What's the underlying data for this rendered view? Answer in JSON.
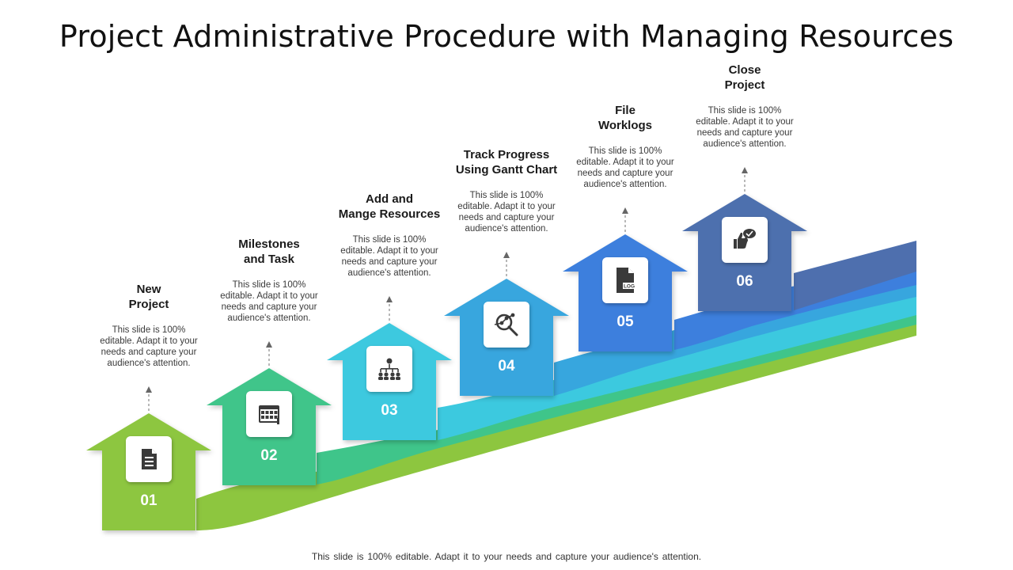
{
  "title": "Project Administrative Procedure with Managing Resources",
  "footer": "This slide is 100% editable. Adapt it to your needs and capture your audience's attention.",
  "steps": [
    {
      "number": "01",
      "title_lines": [
        "New",
        "Project"
      ],
      "description_lines": [
        "This slide is 100%",
        "editable. Adapt it to your",
        "needs and capture your",
        "audience's attention."
      ],
      "icon": "document-icon",
      "color": "#8DC63F"
    },
    {
      "number": "02",
      "title_lines": [
        "Milestones",
        "and Task"
      ],
      "description_lines": [
        "This slide is 100%",
        "editable. Adapt it to your",
        "needs and capture your",
        "audience's attention."
      ],
      "icon": "calendar-icon",
      "color": "#3FC58A"
    },
    {
      "number": "03",
      "title_lines": [
        "Add and",
        "Mange Resources"
      ],
      "description_lines": [
        "This slide is 100%",
        "editable. Adapt it to your",
        "needs and capture your",
        "audience's attention."
      ],
      "icon": "org-chart-icon",
      "color": "#3CC9DF"
    },
    {
      "number": "04",
      "title_lines": [
        "Track Progress",
        "Using Gantt Chart"
      ],
      "description_lines": [
        "This slide is 100%",
        "editable. Adapt it to your",
        "needs and capture your",
        "audience's attention."
      ],
      "icon": "magnifier-chart-icon",
      "color": "#37A6DE"
    },
    {
      "number": "05",
      "title_lines": [
        "File",
        "Worklogs"
      ],
      "description_lines": [
        "This slide is 100%",
        "editable. Adapt it to your",
        "needs and capture your",
        "audience's attention."
      ],
      "icon": "log-file-icon",
      "color": "#3D7FDD"
    },
    {
      "number": "06",
      "title_lines": [
        "Close",
        "Project"
      ],
      "description_lines": [
        "This slide is 100%",
        "editable. Adapt it to your",
        "needs and capture your",
        "audience's attention."
      ],
      "icon": "thumbs-up-chat-icon",
      "color": "#4E6FAE"
    }
  ]
}
